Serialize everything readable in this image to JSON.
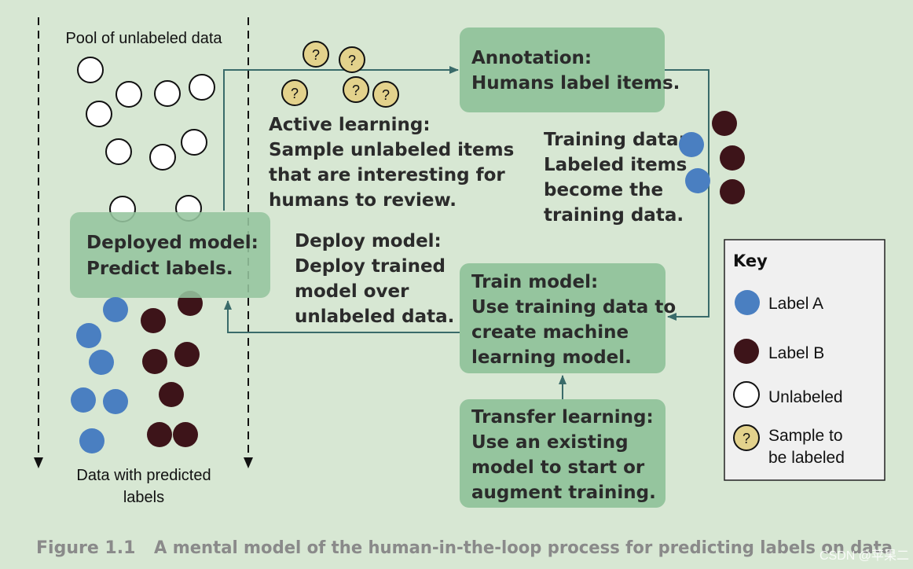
{
  "colors": {
    "background": "#d7e7d3",
    "box_fill": "#95c59e",
    "arrow": "#3a6b6a",
    "label_a": "#4a7fc1",
    "label_b": "#3d1419",
    "unlabeled": "#ffffff",
    "sample": "#e3d28c"
  },
  "pool": {
    "top_label": "Pool of unlabeled data",
    "bottom_label_line1": "Data with predicted",
    "bottom_label_line2": "labels"
  },
  "deployed_model": {
    "line1": "Deployed model:",
    "line2": "Predict labels."
  },
  "annotation": {
    "line1": "Annotation:",
    "line2": "Humans label items."
  },
  "active_learning": {
    "line1": "Active learning:",
    "line2": "Sample unlabeled items",
    "line3": "that are interesting for",
    "line4": "humans to review."
  },
  "sample_mark": "?",
  "training_data": {
    "line1": "Training data:",
    "line2": "Labeled items",
    "line3": "become the",
    "line4": "training data."
  },
  "deploy_model": {
    "line1": "Deploy model:",
    "line2": "Deploy trained",
    "line3": "model over",
    "line4": "unlabeled data."
  },
  "train_model": {
    "line1": "Train model:",
    "line2": "Use training data to",
    "line3": "create machine",
    "line4": "learning model."
  },
  "transfer_learning": {
    "line1": "Transfer learning:",
    "line2": "Use an existing",
    "line3": "model to start or",
    "line4": "augment training."
  },
  "key": {
    "title": "Key",
    "label_a": "Label A",
    "label_b": "Label B",
    "unlabeled": "Unlabeled",
    "sample_line1": "Sample to",
    "sample_line2": "be labeled",
    "sample_mark": "?"
  },
  "caption": {
    "label": "Figure 1.1",
    "text": "A mental model of the human-in-the-loop process for predicting labels on data"
  },
  "watermark": "CSDN @苹果二"
}
